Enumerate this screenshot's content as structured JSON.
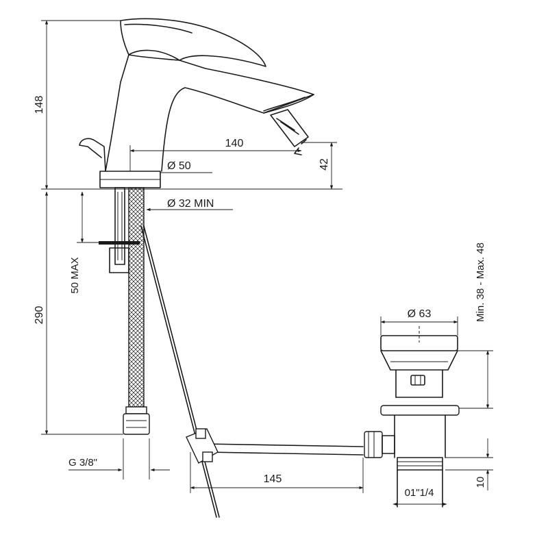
{
  "dimensions": {
    "tap_height": "148",
    "spout_reach": "140",
    "base_diameter": "Ø 50",
    "nozzle_height": "42",
    "hole_diameter": "Ø 32 MIN",
    "deck_thickness": "50 MAX",
    "hose_length": "290",
    "hose_connection": "G 3/8\"",
    "waste_diameter": "Ø 63",
    "waste_range": "Min. 38 - Max. 48",
    "rod_length": "145",
    "waste_thread": "01\"1/4",
    "waste_tail": "10"
  },
  "colors": {
    "line": "#1a1a1a",
    "background": "#ffffff"
  }
}
